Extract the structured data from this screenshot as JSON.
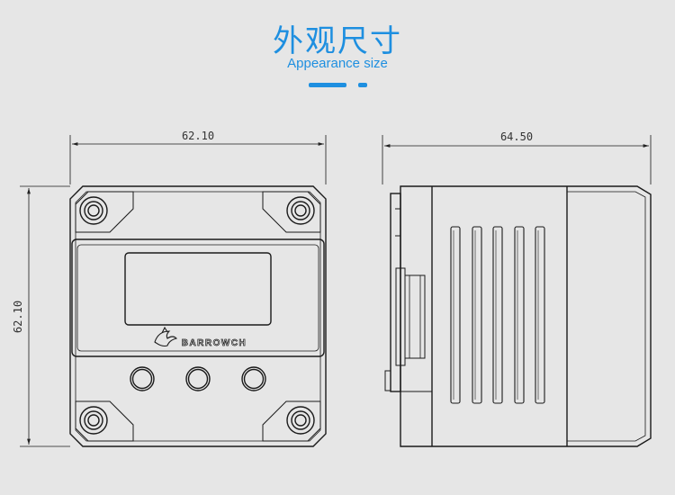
{
  "header": {
    "title_cn": "外观尺寸",
    "title_en": "Appearance size"
  },
  "dimensions": {
    "front_width": "62.10",
    "front_height": "62.10",
    "side_depth": "64.50"
  },
  "logo": {
    "brand": "BARROWCH"
  },
  "colors": {
    "accent": "#1e8fe0",
    "line": "#1a1a1a",
    "background": "#e6e6e6"
  }
}
